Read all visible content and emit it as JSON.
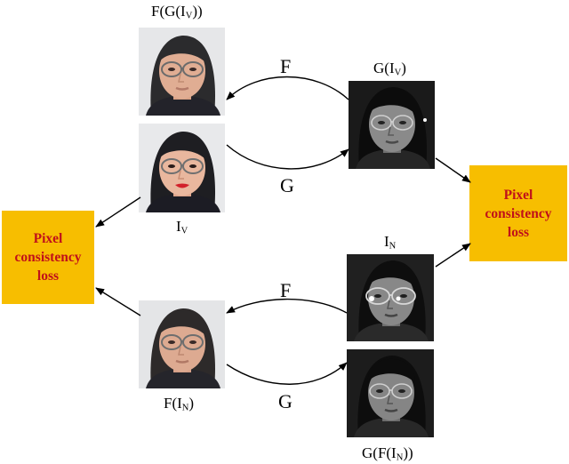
{
  "labels": {
    "f_g_iv": {
      "pre": "F(G(I",
      "sub": "V",
      "post": "))"
    },
    "g_iv": {
      "pre": "G(I",
      "sub": "V",
      "post": ")"
    },
    "iv": {
      "pre": "I",
      "sub": "V",
      "post": ""
    },
    "in": {
      "pre": "I",
      "sub": "N",
      "post": ""
    },
    "f_in": {
      "pre": "F(I",
      "sub": "N",
      "post": ")"
    },
    "g_f_in": {
      "pre": "G(F(I",
      "sub": "N",
      "post": "))"
    }
  },
  "arrow_labels": {
    "top_f": "F",
    "top_g": "G",
    "bottom_f": "F",
    "bottom_g": "G"
  },
  "loss_boxes": {
    "left": {
      "line1": "Pixel",
      "line2": "consistency",
      "line3": "loss"
    },
    "right": {
      "line1": "Pixel",
      "line2": "consistency",
      "line3": "loss"
    }
  },
  "colors": {
    "loss_box_fill": "#f7be00",
    "loss_box_text": "#c0101a",
    "visible_background": "#e7e8ea",
    "nir_background": "#1c1c1c"
  }
}
